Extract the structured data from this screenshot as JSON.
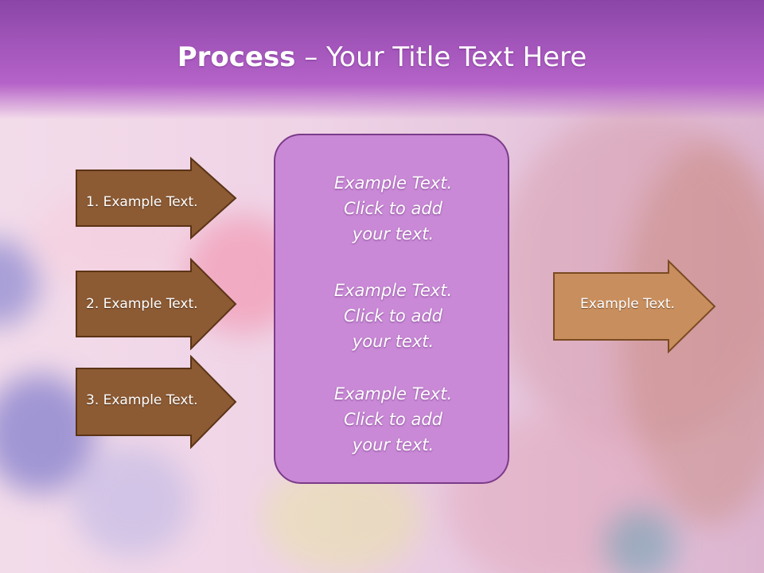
{
  "slide": {
    "title_bold": "Process",
    "title_rest": " – Your Title Text Here"
  },
  "left_arrows": [
    {
      "label": "1. Example Text."
    },
    {
      "label": "2. Example Text."
    },
    {
      "label": "3. Example Text."
    }
  ],
  "center_box": {
    "blocks": [
      {
        "lines": [
          "Example Text.",
          "Click  to add",
          "your text."
        ]
      },
      {
        "lines": [
          "Example Text.",
          "Click  to add",
          "your text."
        ]
      },
      {
        "lines": [
          "Example Text.",
          "Click  to add",
          "your text."
        ]
      }
    ]
  },
  "right_arrow": {
    "label": "Example Text."
  },
  "colors": {
    "title_band": "#a154b9",
    "left_arrow_fill": "#8c5a33",
    "right_arrow_fill": "#c98e5d",
    "center_box_fill": "#c989d6",
    "center_box_border": "#7b3b89"
  }
}
